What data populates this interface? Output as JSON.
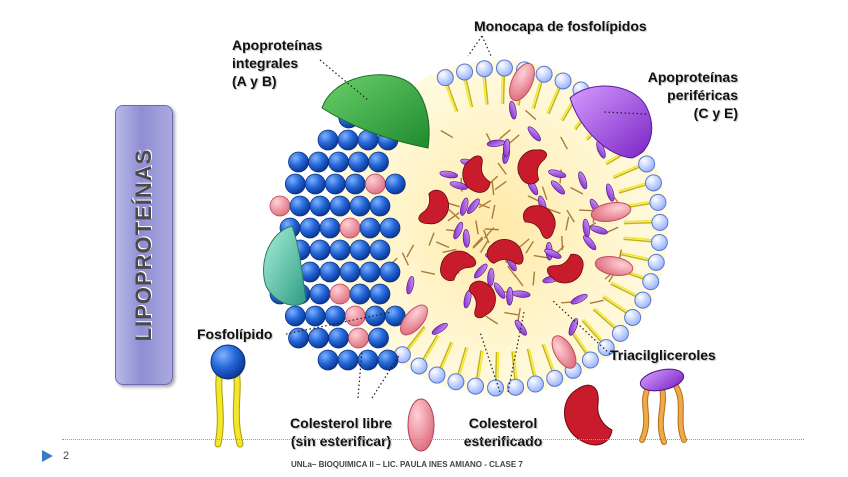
{
  "side_title": "LIPOPROTEÍNAS",
  "labels": {
    "monocapa": "Monocapa de fosfolípidos",
    "apo_integrales": [
      "Apoproteínas",
      "integrales",
      "(A y B)"
    ],
    "apo_perifericas": [
      "Apoproteínas",
      "periféricas",
      "(C y E)"
    ],
    "fosfolipido": "Fosfolípido",
    "colesterol_libre": [
      "Colesterol libre",
      "(sin esterificar)"
    ],
    "colesterol_esterificado": [
      "Colesterol",
      "esterificado"
    ],
    "triacilgliceroles": "Triacilgliceroles"
  },
  "footer": "UNLa– BIOQUIMICA II – LIC. PAULA INES AMIANO - CLASE 7",
  "page_number": "2",
  "colors": {
    "side_panel": "#9d9dd9",
    "phospholipid_head": "#1e56c8",
    "phospholipid_tail": "#f0e020",
    "apo_integral": "#3ca83c",
    "apo_peripheral": "#9a3ad8",
    "cholesterol": "#d83a4a",
    "ester_cholesterol": "#c01826",
    "triacylglycerol_head": "#8a38c8",
    "triacylglycerol_tail": "#e59c3c",
    "teal_apo": "#5fc1a8"
  }
}
